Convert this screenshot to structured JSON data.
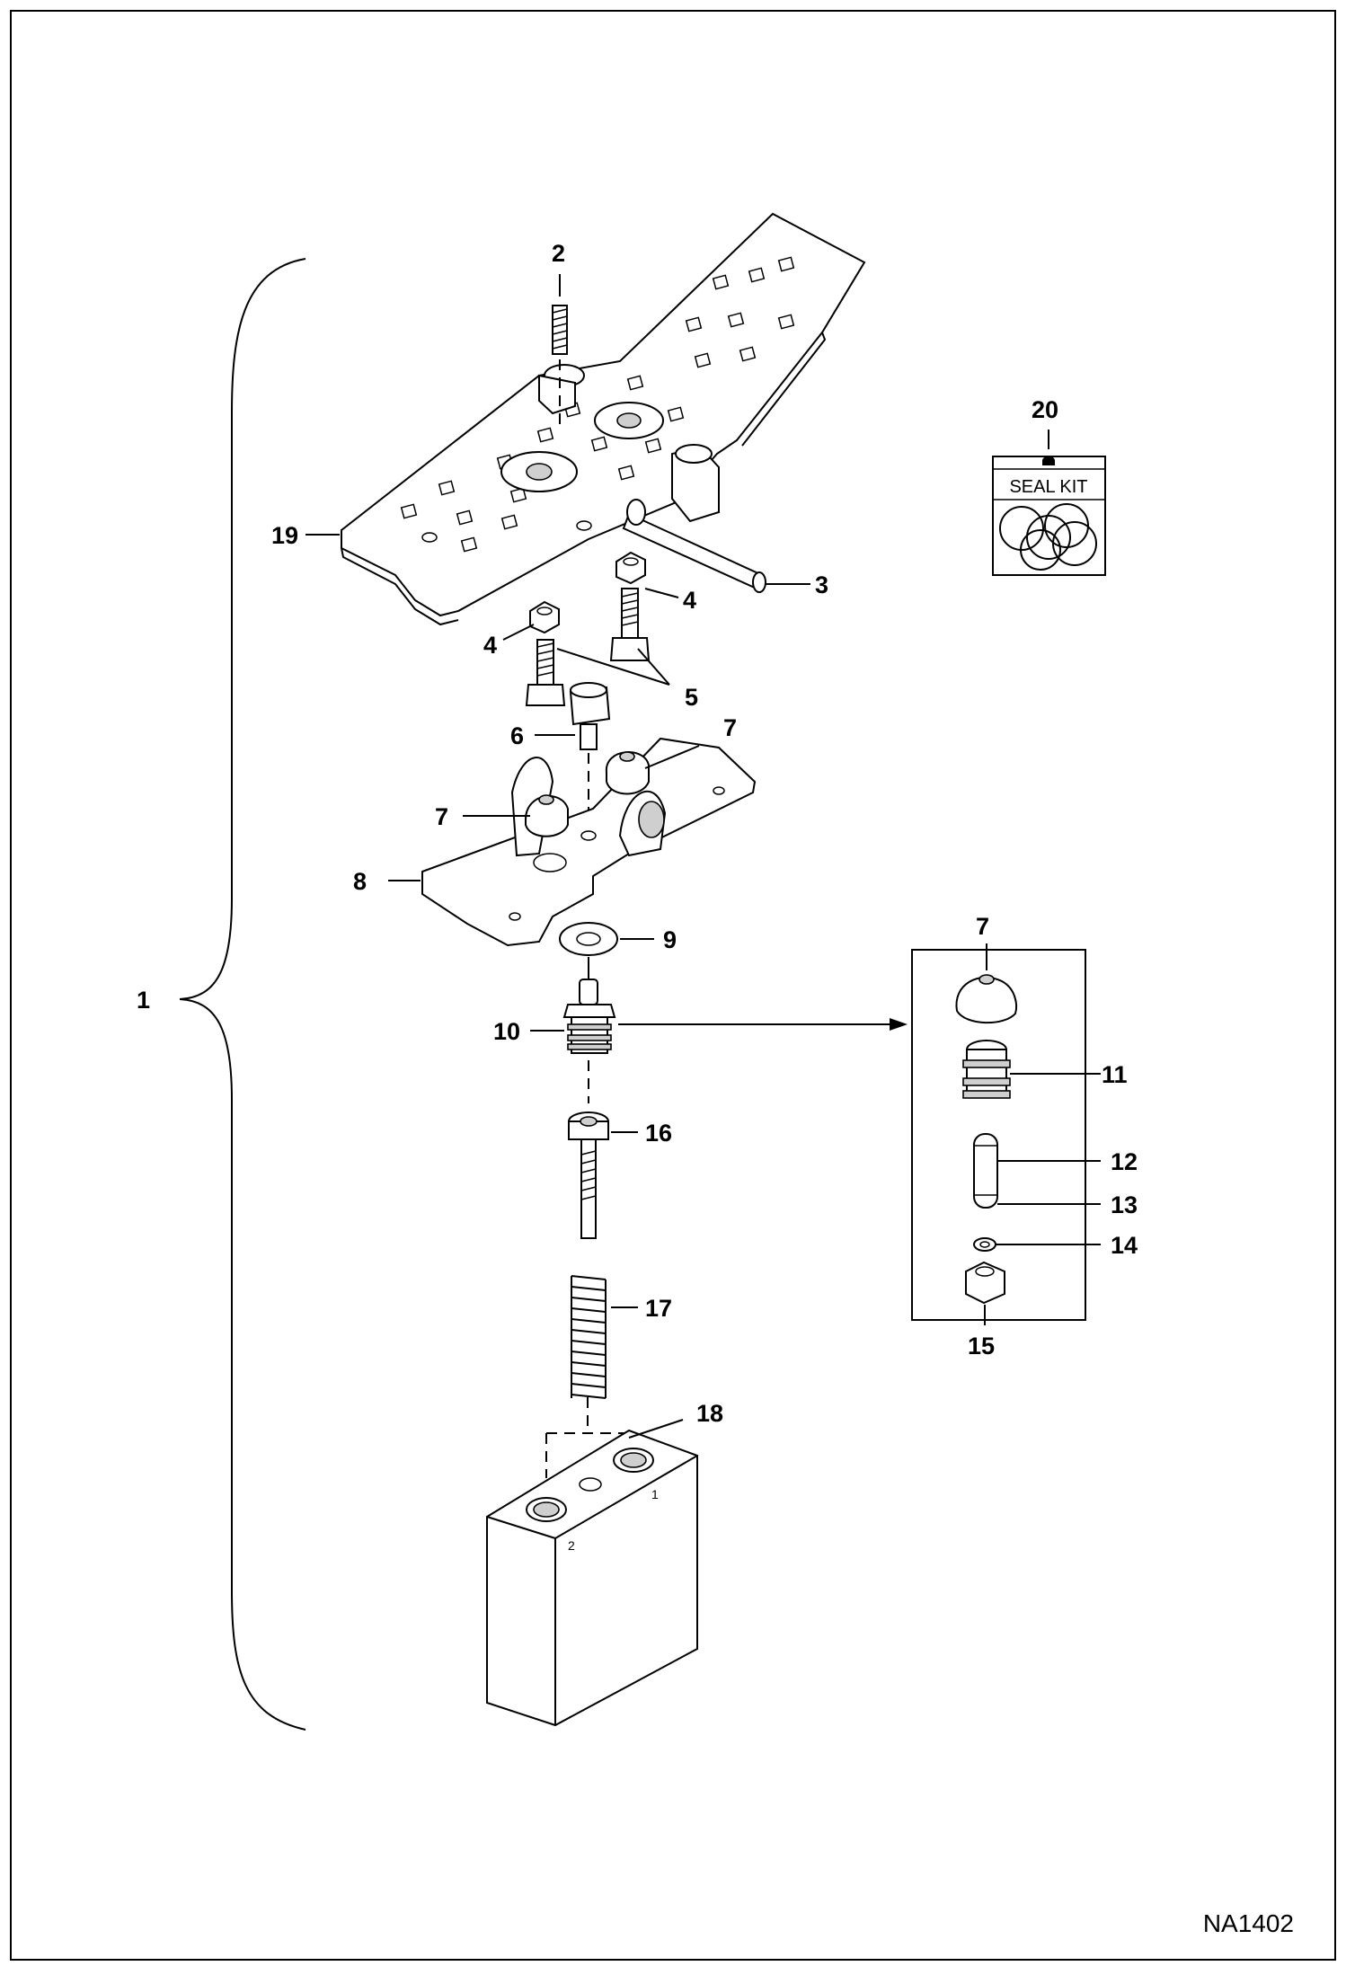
{
  "diagram": {
    "drawing_number": "NA1402",
    "callouts": {
      "c1": "1",
      "c2": "2",
      "c3": "3",
      "c4a": "4",
      "c4b": "4",
      "c5": "5",
      "c6": "6",
      "c7a": "7",
      "c7b": "7",
      "c7c": "7",
      "c8": "8",
      "c9": "9",
      "c10": "10",
      "c11": "11",
      "c12": "12",
      "c13": "13",
      "c14": "14",
      "c15": "15",
      "c16": "16",
      "c17": "17",
      "c18": "18",
      "c19": "19",
      "c20": "20"
    },
    "seal_kit_label": "SEAL KIT",
    "block_port_labels": {
      "port1": "1",
      "port2": "2"
    }
  }
}
